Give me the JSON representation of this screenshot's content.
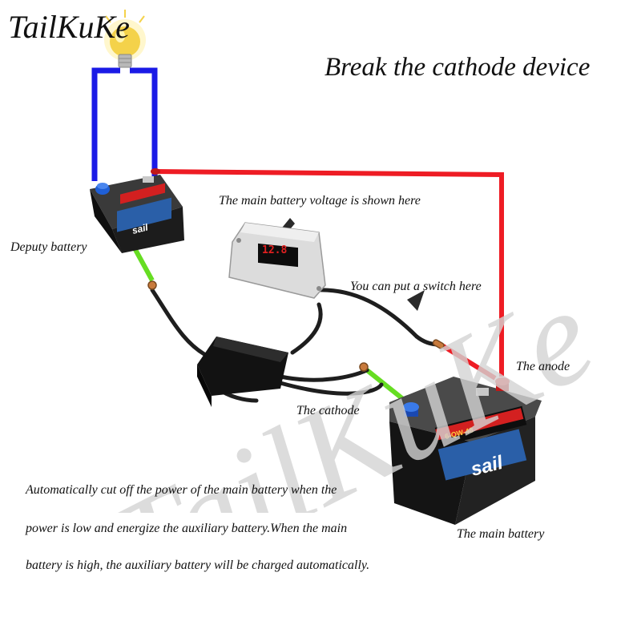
{
  "brand": "TailKuKe",
  "title": "Break the cathode device",
  "watermark": "TailKuKe",
  "labels": {
    "voltage_display": "The main battery voltage is shown here",
    "deputy_battery": "Deputy battery",
    "switch": "You can put a switch here",
    "anode": "The anode",
    "cathode": "The cathode",
    "main_battery": "The main battery"
  },
  "display_reading": "12.8",
  "battery_brand": "sail",
  "battery_model": "6-QW-48",
  "description": [
    "Automatically cut off the power of the main battery when the",
    "power is low and energize the auxiliary battery.When the main",
    "battery is high, the auxiliary battery will be charged automatically."
  ],
  "colors": {
    "positive_wire": "#ee1c24",
    "negative_wire": "#66dd22",
    "lamp_wire": "#1a1ae6",
    "positive_terminal": "#e8201c",
    "negative_terminal": "#1f5fd6",
    "battery_body": "#1c1c1c",
    "display_digits": "#e02020",
    "watermark": "#d4d4d4"
  }
}
